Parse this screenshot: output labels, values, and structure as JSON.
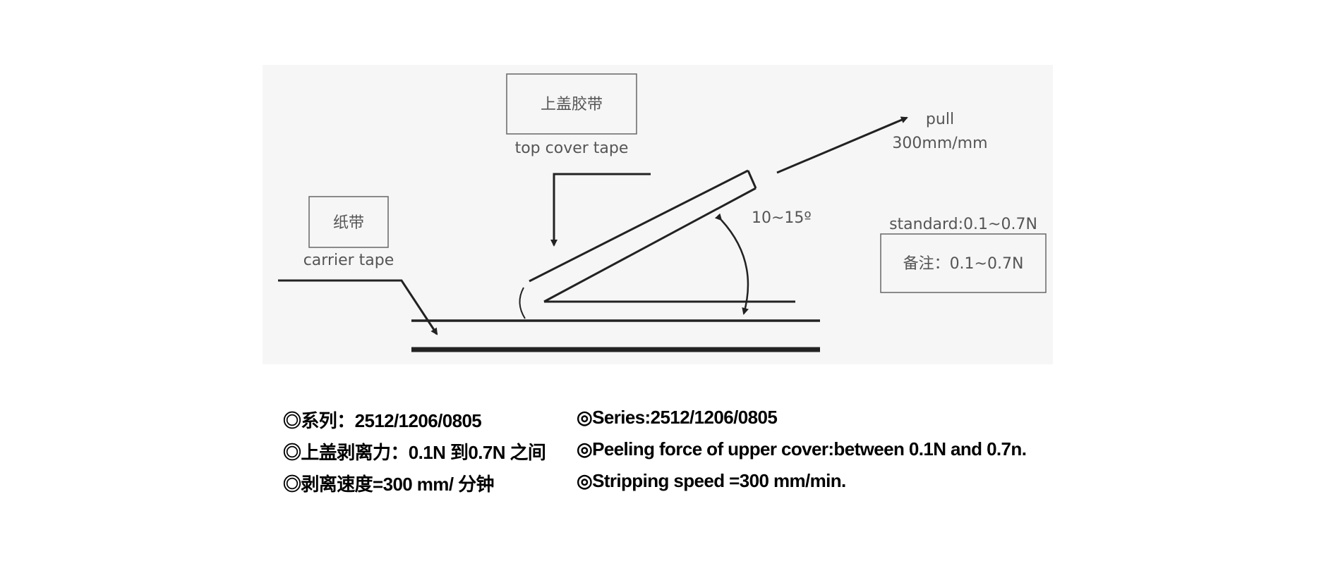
{
  "diagram": {
    "top_cover_box_cn": "上盖胶带",
    "top_cover_label": "top cover tape",
    "carrier_box_cn": "纸带",
    "carrier_label": "carrier tape",
    "pull_label": "pull",
    "pull_speed": "300mm/mm",
    "angle_label": "10~15º",
    "standard_label": "standard:0.1~0.7N",
    "note_box": "备注：0.1~0.7N"
  },
  "specs_cn": [
    "◎系列：2512/1206/0805",
    "◎上盖剥离力：0.1N 到0.7N 之间",
    "◎剥离速度=300 mm/ 分钟"
  ],
  "specs_en": [
    "◎Series:2512/1206/0805",
    "◎Peeling force of upper cover:between 0.1N and 0.7n.",
    "◎Stripping speed =300 mm/min."
  ]
}
